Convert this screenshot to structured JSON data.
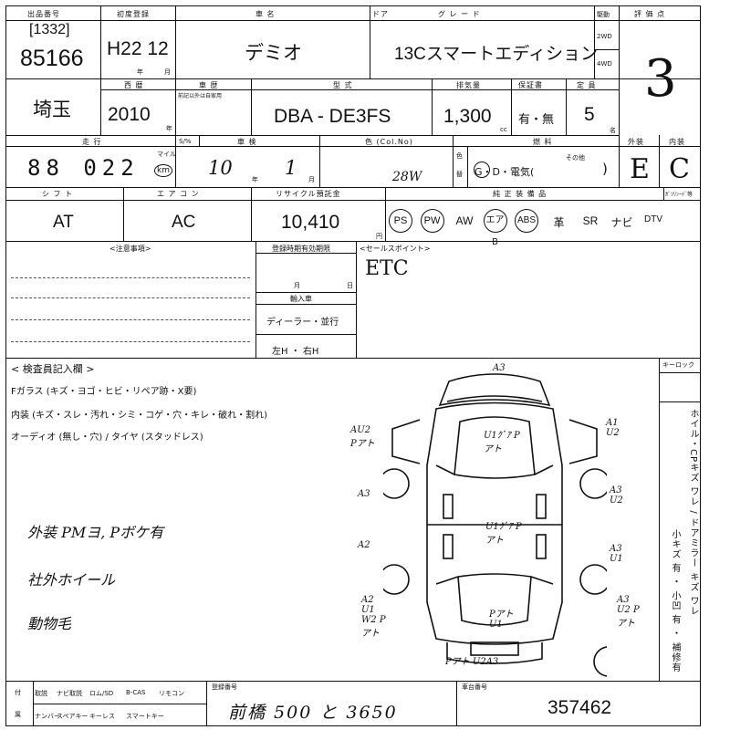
{
  "header": {
    "lot_no_label": "出品番号",
    "lot_code": "[1332]",
    "lot_no": "85166",
    "first_reg_label": "初度登録",
    "first_reg_value": "H22 12",
    "year_unit": "年",
    "month_unit": "月",
    "car_name_label": "車 名",
    "car_name": "デミオ",
    "door_label": "ドア",
    "grade_label": "グ レ ー ド",
    "grade": "13Cスマートエディション",
    "drive_label": "駆動",
    "drive_2wd": "2WD",
    "drive_4wd": "4WD",
    "score_label": "評 価 点",
    "score": "3"
  },
  "row2": {
    "region": "埼玉",
    "year_label": "西 暦",
    "year": "2010",
    "year_unit": "年",
    "shaken_label": "車 歴",
    "shaken_note": "前記以外は自家用",
    "model_label": "型 式",
    "model": "DBA - DE3FS",
    "displacement_label": "排気量",
    "displacement": "1,300",
    "cc_unit": "cc",
    "warranty_label": "保証書",
    "warranty_value": "有・無",
    "seats_label": "定 員",
    "seats": "5",
    "seats_unit": "名"
  },
  "row3": {
    "mileage_label": "走 行",
    "mileage": "88 022",
    "mileage_unit": "km",
    "mileage_alt_unit": "マイル",
    "s_label": "S/%",
    "inspection_label": "車 検",
    "inspection_year": "10",
    "inspection_month": "1",
    "inspection_year_unit": "年",
    "inspection_month_unit": "月",
    "color_label": "色 (Col.No)",
    "color_code": "28W",
    "color_side_1": "色",
    "color_side_2": "替",
    "fuel_label": "燃 料",
    "fuel_options": "G・D・電気(",
    "fuel_other": "その他",
    "fuel_close": ")",
    "exterior_label": "外装",
    "exterior": "E",
    "interior_label": "内装",
    "interior": "C"
  },
  "row4": {
    "shift_label": "シ フ ト",
    "shift": "AT",
    "ac_label": "エ ア コ ン",
    "ac": "AC",
    "recycle_label": "リサイクル預託金",
    "recycle": "10,410",
    "recycle_unit": "円",
    "equipment_label": "純 正 装 備 品",
    "equipment_extra_label": "ｶﾞｿﾘﾝｰﾄﾞ等",
    "equipment": [
      "PS",
      "PW",
      "AW",
      "エアB",
      "ABS",
      "革",
      "SR",
      "ナビ",
      "DTV"
    ],
    "equipment_circled": [
      true,
      true,
      false,
      true,
      true,
      false,
      false,
      false,
      false
    ]
  },
  "notes": {
    "caution_label": "<注意事項>",
    "reg_label": "登録時期有効期限",
    "reg_month_unit": "月",
    "reg_day_unit": "日",
    "import_label": "輸入車",
    "dealer_label": "ディーラー・並行",
    "handle_label": "左H ・ 右H",
    "sales_label": "<セールスポイント>",
    "sales_point": "ETC"
  },
  "inspector": {
    "title": "< 検査員記入欄 >",
    "line1": "Fガラス (キズ・ヨゴ・ヒビ・リペア跡・X要)",
    "line2": "内装 (キズ・スレ・汚れ・シミ・コゲ・穴・キレ・破れ・割れ)",
    "line3": "オーディオ (無し・穴) / タイヤ (スタッドレス)",
    "note1": "外装 PMヨ, Pボケ有",
    "note2": "社外ホイール",
    "note3": "動物毛"
  },
  "right_panel": {
    "keylock_label": "キーロック",
    "vertical_text_1": "ホイル・CPキズ ワレ / ドアミラー キズ ワレ",
    "vertical_text_2": "小キズ 有 ・ 小凹 有 ・ 補修有"
  },
  "diagram_marks": {
    "front_top": "A3",
    "front_right": "A1 U2",
    "left_front_fender": "AU2 Pアト",
    "hood": "U1ｸﾞｱ Pアト",
    "left_front_door": "A3",
    "right_front_door": "A3 U2",
    "roof": "U1ｸﾞｱ Pアト",
    "left_rear_door": "A2",
    "right_rear_door": "A3 U1",
    "left_rear": "A2 U1 W2 Pアト",
    "trunk": "Pアト U1",
    "right_rear": "A3 U2 Pアト",
    "rear_bottom": "Pアト U2A3"
  },
  "footer": {
    "labels_top": [
      "取説",
      "ナビ取説",
      "ロム/SD",
      "B-CAS",
      "リモコン"
    ],
    "labels_bottom": [
      "ナンバー",
      "スペアキー",
      "キーレス",
      "スマートキー"
    ],
    "side_1": "付",
    "side_2": "属",
    "reg_no_label": "登録番号",
    "reg_no": "前橋 500 と 3650",
    "chassis_label": "車台番号",
    "chassis": "357462"
  }
}
